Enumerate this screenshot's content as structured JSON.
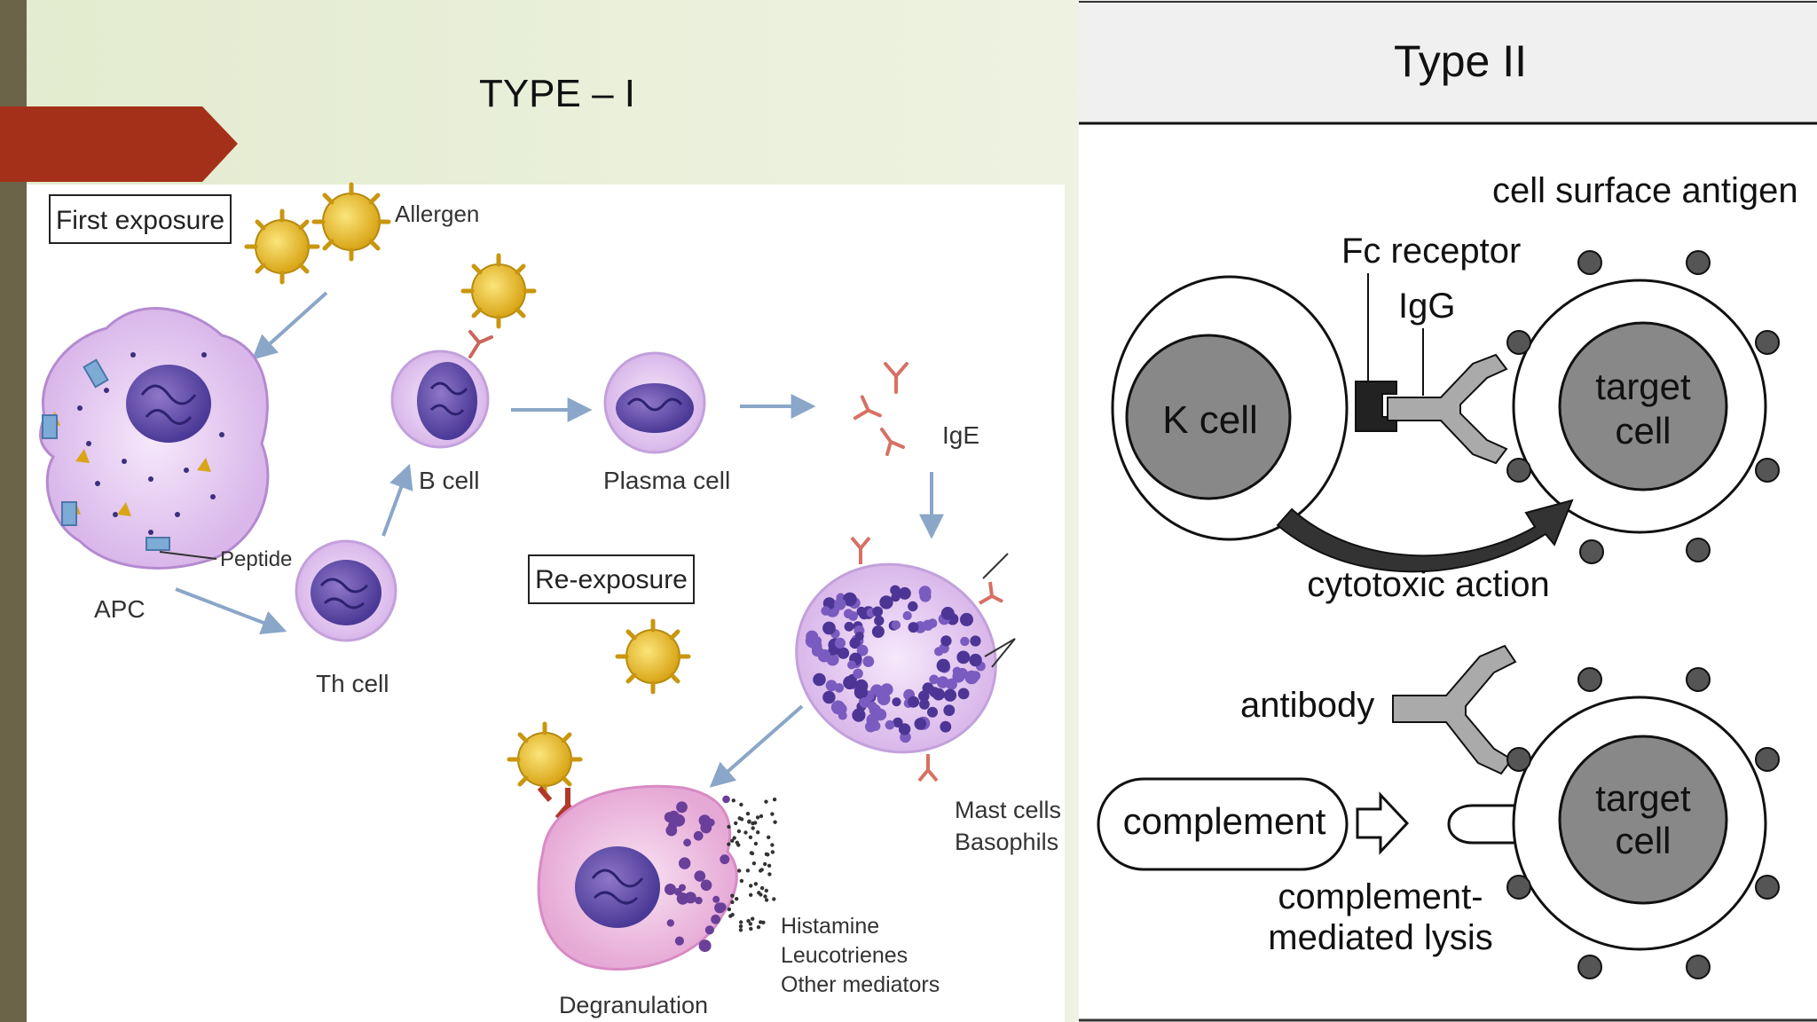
{
  "slide": {
    "title": "TYPE – I",
    "accent_color": "#a5301a",
    "side_bar_color": "#6b6448"
  },
  "type1": {
    "first_exposure": "First exposure",
    "allergen": "Allergen",
    "apc": "APC",
    "peptide": "Peptide",
    "th_cell": "Th cell",
    "b_cell": "B cell",
    "plasma_cell": "Plasma cell",
    "ige": "IgE",
    "re_exposure": "Re-exposure",
    "mast_cells": "Mast cells",
    "basophils": "Basophils",
    "degranulation": "Degranulation",
    "mediators": [
      "Histamine",
      "Leucotrienes",
      "Other mediators"
    ]
  },
  "type2": {
    "title": "Type II",
    "cell_surface_antigen": "cell surface antigen",
    "fc_receptor": "Fc receptor",
    "igg": "IgG",
    "k_cell": "K cell",
    "target_cell_line1": "target",
    "target_cell_line2": "cell",
    "cytotoxic_action": "cytotoxic action",
    "antibody": "antibody",
    "complement": "complement",
    "complement_lysis_line1": "complement-",
    "complement_lysis_line2": "mediated lysis"
  }
}
